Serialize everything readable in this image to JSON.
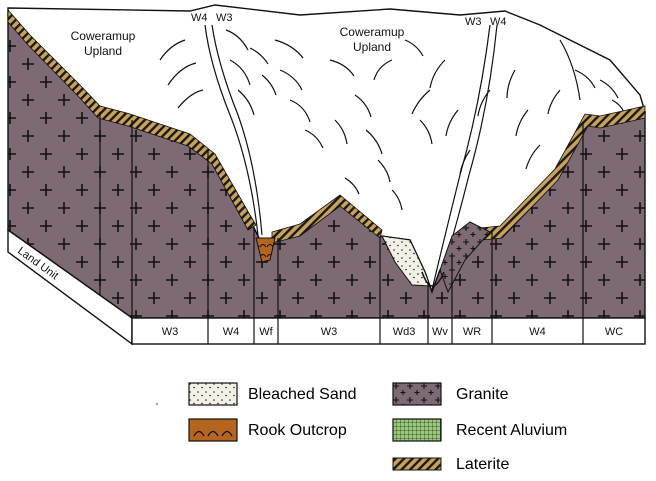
{
  "region_labels": [
    {
      "line1": "Coweramup",
      "line2": "Upland"
    },
    {
      "line1": "Coweramup",
      "line2": "Upland"
    }
  ],
  "stream_labels": [
    "W4",
    "W3",
    "W3",
    "W4"
  ],
  "side_label": "Land Unit",
  "land_units": [
    "W3",
    "W4",
    "Wf",
    "W3",
    "Wd3",
    "Wv",
    "WR",
    "W4",
    "WC"
  ],
  "legend": [
    {
      "label": "Bleached Sand",
      "pattern": "bleached-sand",
      "color": "#f2f0e4"
    },
    {
      "label": "Rook Outcrop",
      "pattern": "rock-outcrop",
      "color": "#b5651d"
    },
    {
      "label": "Laterite",
      "pattern": "laterite",
      "color": "#c9a25a"
    },
    {
      "label": "Granite",
      "pattern": "granite",
      "color": "#7d6a75"
    },
    {
      "label": "Recent Aluvium",
      "pattern": "recent-alluvium",
      "color": "#9cc97a"
    }
  ],
  "colors": {
    "granite": "#7d6a75",
    "laterite": "#c9a25a",
    "bleached_sand": "#f2f0e4",
    "rock_outcrop": "#b5651d",
    "alluvium": "#9cc97a",
    "line": "#111111"
  }
}
